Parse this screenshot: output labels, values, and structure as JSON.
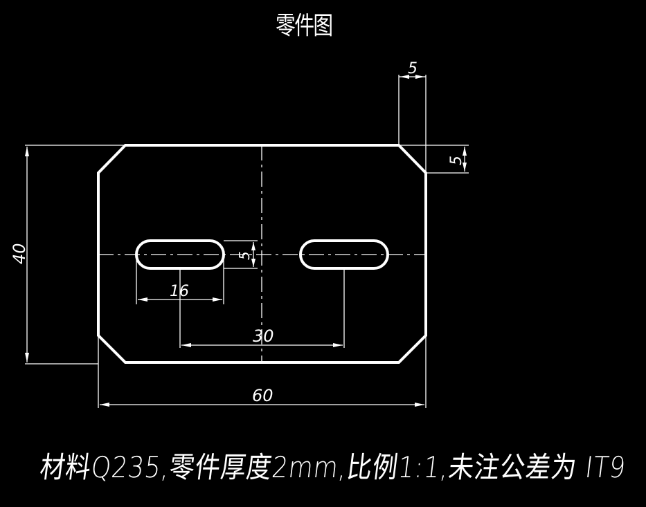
{
  "drawing": {
    "title": "零件图",
    "note": "材料Q235,零件厚度2mm,比例1:1,未注公差为 IT9",
    "colors": {
      "background": "#000000",
      "lines": "#ffffff"
    },
    "dimensions": {
      "overall_width": "60",
      "overall_height": "40",
      "chamfer_horizontal": "5",
      "chamfer_vertical": "5",
      "slot_length": "16",
      "slot_width": "5",
      "slot_spacing": "30"
    }
  }
}
